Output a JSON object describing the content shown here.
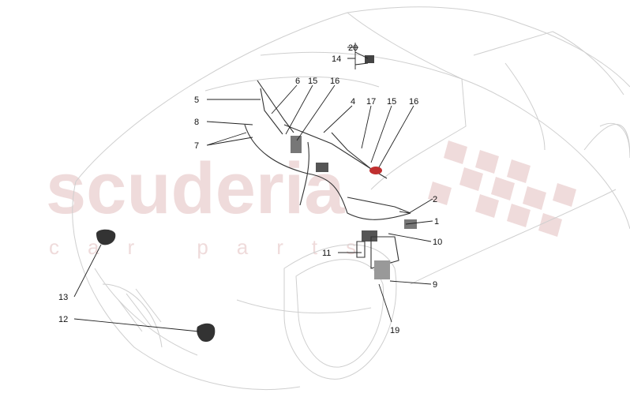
{
  "watermark": {
    "main": "scuderia",
    "sub": "car parts"
  },
  "callouts": [
    {
      "id": "c20",
      "label": "20"
    },
    {
      "id": "c14",
      "label": "14"
    },
    {
      "id": "c6",
      "label": "6"
    },
    {
      "id": "c15a",
      "label": "15"
    },
    {
      "id": "c16a",
      "label": "16"
    },
    {
      "id": "c5",
      "label": "5"
    },
    {
      "id": "c4",
      "label": "4"
    },
    {
      "id": "c17",
      "label": "17"
    },
    {
      "id": "c15b",
      "label": "15"
    },
    {
      "id": "c16b",
      "label": "16"
    },
    {
      "id": "c8",
      "label": "8"
    },
    {
      "id": "c7",
      "label": "7"
    },
    {
      "id": "c2",
      "label": "2"
    },
    {
      "id": "c1",
      "label": "1"
    },
    {
      "id": "c10",
      "label": "10"
    },
    {
      "id": "c11",
      "label": "11"
    },
    {
      "id": "c9",
      "label": "9"
    },
    {
      "id": "c13",
      "label": "13"
    },
    {
      "id": "c12",
      "label": "12"
    },
    {
      "id": "c19",
      "label": "19"
    }
  ],
  "colors": {
    "watermark": "#ead0d0",
    "outline": "#cfcfcf",
    "ink": "#222222",
    "accent": "#c03030"
  }
}
